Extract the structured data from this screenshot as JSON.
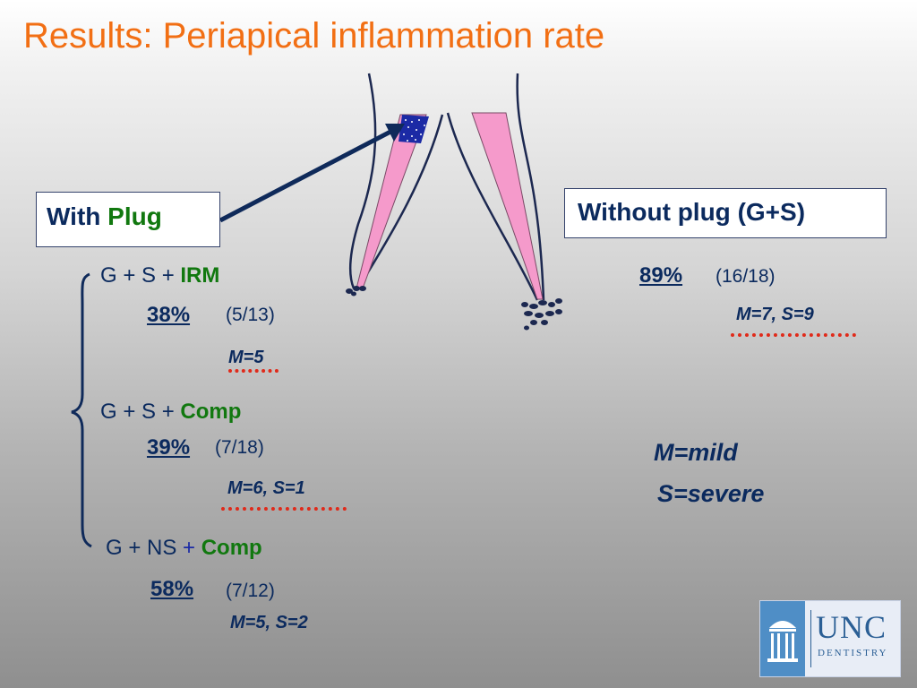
{
  "slide": {
    "title": "Results: Periapical inflammation rate"
  },
  "with_plug_box": {
    "prefix": "With",
    "emphasis": "Plug"
  },
  "without_plug_box": {
    "label": "Without plug (G+S)"
  },
  "groups": [
    {
      "prefix": "G + S + ",
      "material": "IRM",
      "percent": "38%",
      "fraction": "(5/13)",
      "severity": "M=5"
    },
    {
      "prefix": "G + S + ",
      "material": "Comp",
      "percent": "39%",
      "fraction": "(7/18)",
      "severity": "M=6, S=1"
    },
    {
      "prefix": "G + NS ",
      "plus": "+",
      "material": "Comp",
      "percent": "58%",
      "fraction": "(7/12)",
      "severity": "M=5, S=2"
    }
  ],
  "without_plug_result": {
    "percent": "89%",
    "fraction": "(16/18)",
    "severity": "M=7,  S=9"
  },
  "legend": {
    "mild": "M=mild",
    "severe": "S=severe"
  },
  "logo": {
    "name": "UNC",
    "subtitle": "DENTISTRY"
  },
  "colors": {
    "title": "#f26f14",
    "text_navy": "#0b2a5e",
    "material_green": "#11780f",
    "dotted_red": "#e02a1a",
    "canal_pink": "#f59acb",
    "plug_blue": "#1b2aa5"
  }
}
